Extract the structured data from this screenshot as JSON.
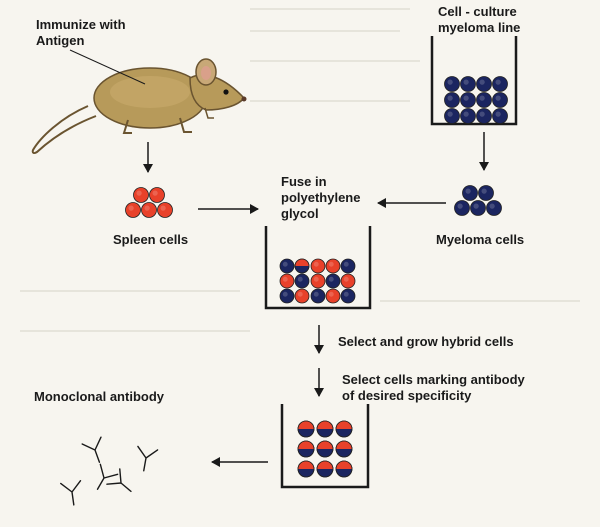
{
  "labels": {
    "immunize_line1": "Immunize with",
    "immunize_line2": "Antigen",
    "culture_line1": "Cell - culture",
    "culture_line2": "myeloma line",
    "fuse_line1": "Fuse in",
    "fuse_line2": "polyethylene",
    "fuse_line3": "glycol",
    "spleen_cells": "Spleen cells",
    "myeloma_cells": "Myeloma cells",
    "select_grow": "Select and grow hybrid cells",
    "select_mark_line1": "Select cells marking antibody",
    "select_mark_line2": "of desired specificity",
    "monoclonal": "Monoclonal antibody"
  },
  "colors": {
    "spleen": "#e8412a",
    "myeloma": "#1b2560",
    "ink": "#1a1a1a",
    "mouse": "#b79a5a"
  }
}
